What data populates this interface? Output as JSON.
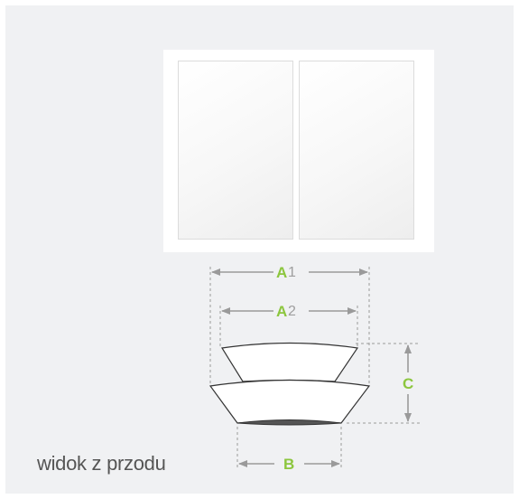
{
  "labels": {
    "a1_letter": "A",
    "a1_number": "1",
    "a2_letter": "A",
    "a2_number": "2",
    "c_letter": "C",
    "b_letter": "B"
  },
  "caption": "widok z przodu",
  "colors": {
    "background": "#f0f1f3",
    "accent_label": "#8cc63e",
    "dimension_line": "#9a9a9a",
    "shape_fill": "#ffffff",
    "shape_stroke": "#333333",
    "base_shadow": "#555555"
  }
}
